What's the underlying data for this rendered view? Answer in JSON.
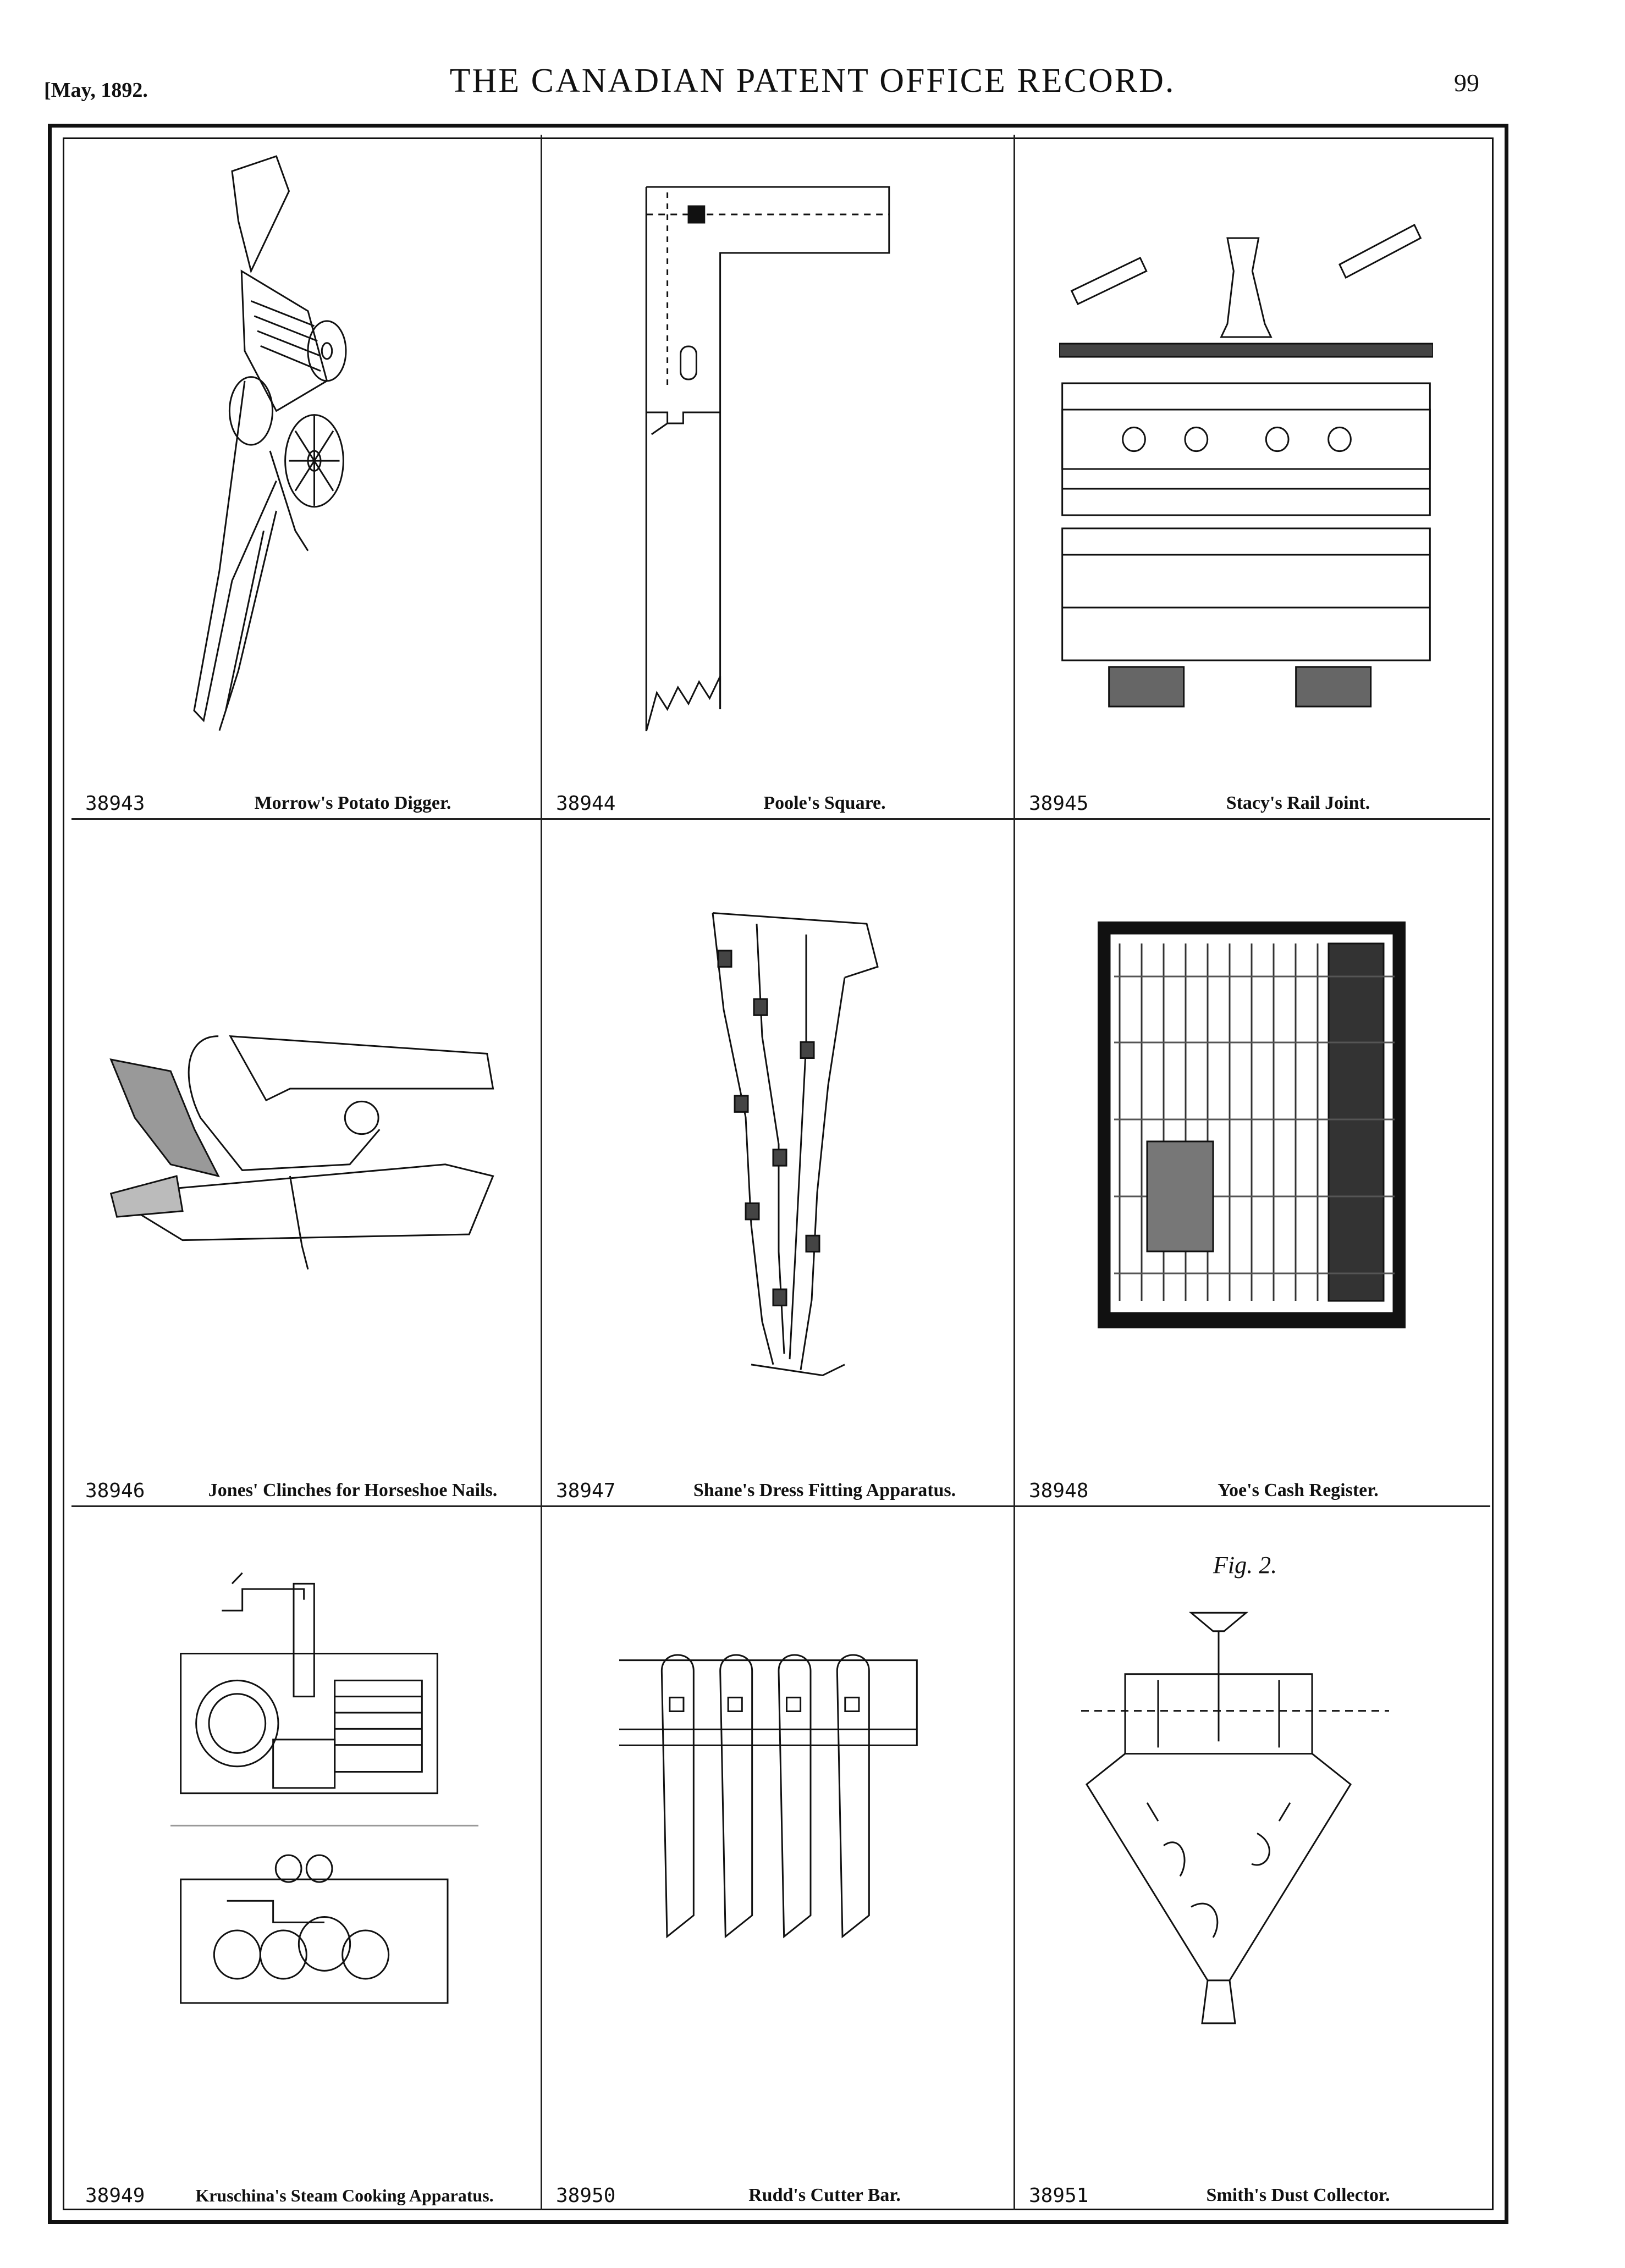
{
  "header": {
    "date": "[May, 1892.",
    "title": "THE CANADIAN PATENT OFFICE RECORD.",
    "page_number": "99"
  },
  "patents": [
    {
      "number": "38943",
      "title": "Morrow's Potato Digger."
    },
    {
      "number": "38944",
      "title": "Poole's Square."
    },
    {
      "number": "38945",
      "title": "Stacy's Rail Joint."
    },
    {
      "number": "38946",
      "title": "Jones' Clinches for Horseshoe Nails."
    },
    {
      "number": "38947",
      "title": "Shane's Dress Fitting Apparatus."
    },
    {
      "number": "38948",
      "title": "Yoe's Cash Register."
    },
    {
      "number": "38949",
      "title": "Kruschina's Steam Cooking Apparatus."
    },
    {
      "number": "38950",
      "title": "Rudd's Cutter Bar."
    },
    {
      "number": "38951",
      "title": "Smith's Dust Collector."
    }
  ],
  "figure_labels": {
    "dust_collector_fig": "Fig. 2."
  }
}
